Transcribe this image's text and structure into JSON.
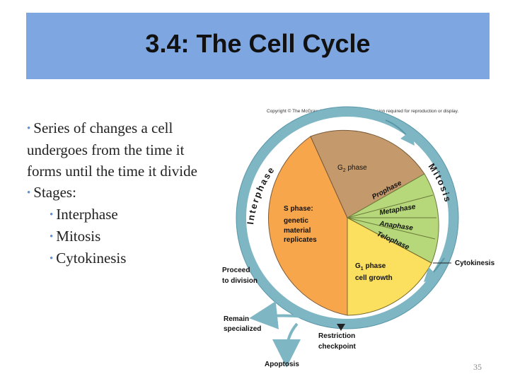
{
  "slide": {
    "title": "3.4: The Cell Cycle",
    "page_number": "35"
  },
  "bullets": [
    {
      "text": "Series of changes a cell"
    },
    {
      "text": "undergoes from the time it"
    },
    {
      "text": "forms until the time it divide"
    },
    {
      "text": "Stages:"
    }
  ],
  "stages": [
    "Interphase",
    "Mitosis",
    "Cytokinesis"
  ],
  "diagram": {
    "copyright": "Copyright © The McGraw-Hill Companies, Inc. Permission required for reproduction or display.",
    "g2": "G",
    "g2_sub": "2",
    "g2_suffix": " phase",
    "s_phase": [
      "S phase:",
      "genetic",
      "material",
      "replicates"
    ],
    "g1": "G",
    "g1_sub": "1",
    "g1_suffix": " phase",
    "g1_line2": "cell growth",
    "interphase_label": "Interphase",
    "mitosis_label": "Mitosis",
    "prophase": "Prophase",
    "metaphase": "Metaphase",
    "anaphase": "Anaphase",
    "telophase": "Telophase",
    "cytokinesis": "Cytokinesis",
    "proceed": [
      "Proceed",
      "to division"
    ],
    "remain": [
      "Remain",
      "specialized"
    ],
    "restriction": [
      "Restriction",
      "checkpoint"
    ],
    "apoptosis": "Apoptosis"
  },
  "colors": {
    "title_bar": "#7ea6e0",
    "s_phase": "#f8a64c",
    "g2_phase": "#c49a6c",
    "g1_phase": "#fbe060",
    "mitosis": "#b6d77a",
    "ring": "#7fb6c4",
    "bullet": "#5b8fd6"
  }
}
